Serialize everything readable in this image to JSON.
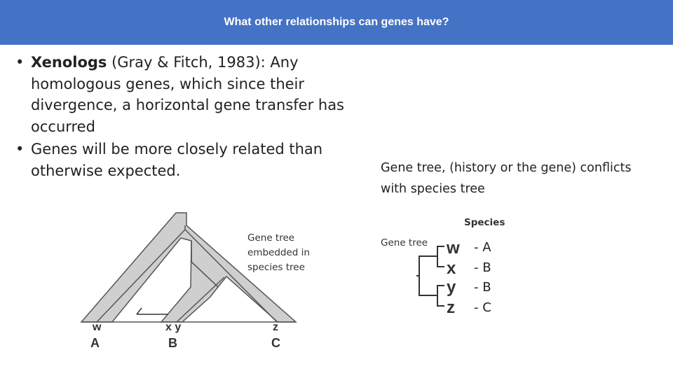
{
  "slide": {
    "title": "What other relationships can genes have?"
  },
  "bullets": [
    {
      "term": "Xenologs",
      "text": " (Gray & Fitch, 1983): Any homologous genes, which since their divergence, a horizontal gene transfer has occurred"
    },
    {
      "term": "",
      "text": "Genes will be more closely related than otherwise expected."
    }
  ],
  "right_caption": "Gene tree, (history or the gene) conflicts with species tree",
  "left_figure": {
    "label": "Gene tree embedded in species tree",
    "gene_labels": [
      "w",
      "x y",
      "z"
    ],
    "species_labels": [
      "A",
      "B",
      "C"
    ]
  },
  "right_figure": {
    "gene_tree_label": "Gene tree",
    "species_label": "Species",
    "genes": [
      "w",
      "x",
      "y",
      "z"
    ],
    "mapping": [
      "- A",
      "- B",
      "- B",
      "- C"
    ]
  },
  "colors": {
    "header": "#4472c4",
    "tree_fill": "#cfcfcf",
    "tree_stroke": "#555555"
  }
}
